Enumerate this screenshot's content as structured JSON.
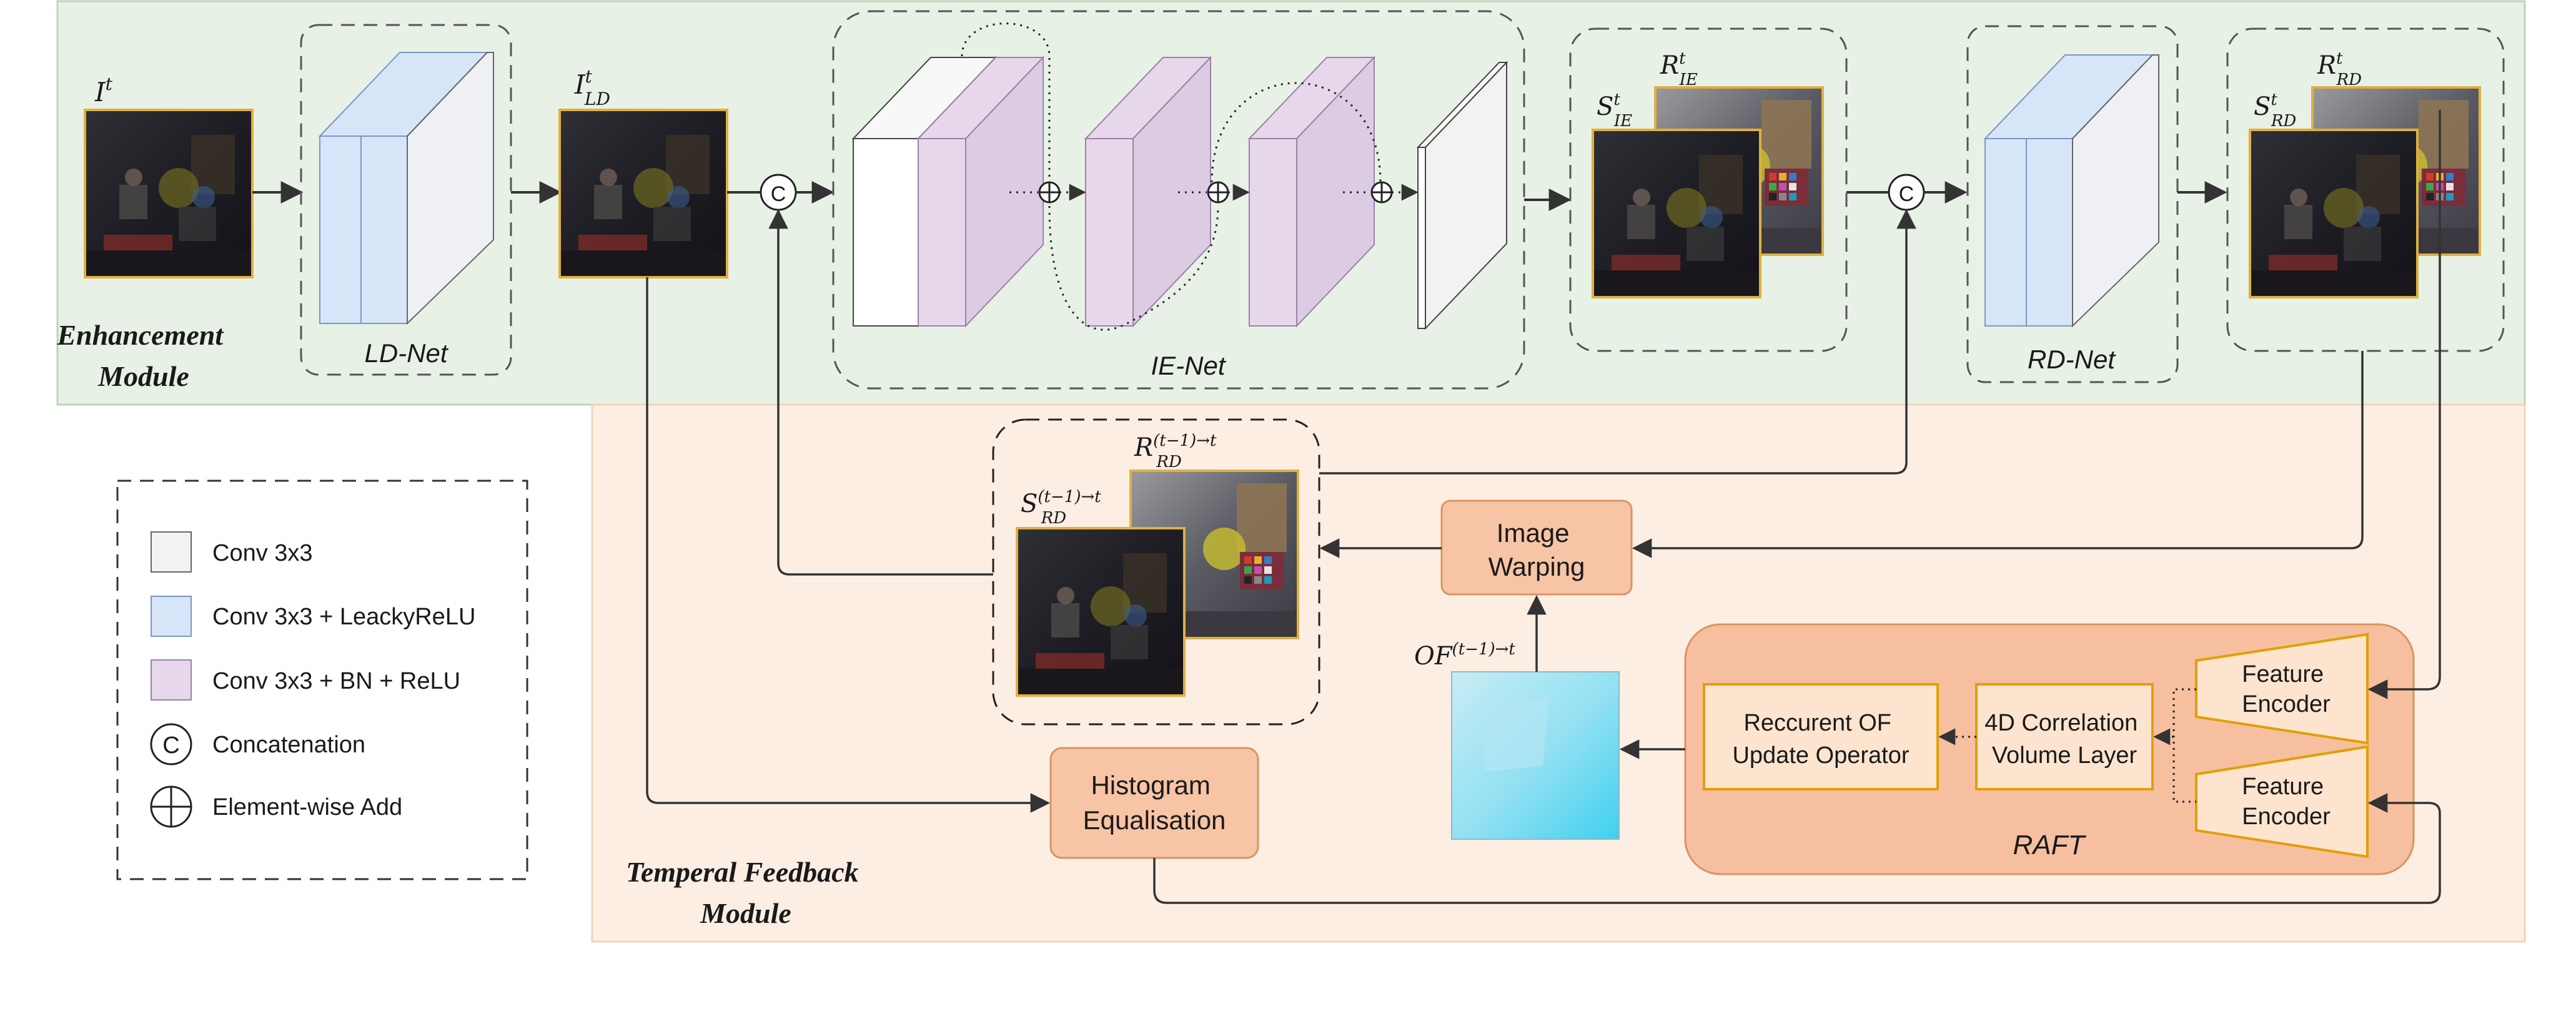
{
  "modules": {
    "enhancement": "Enhancement\nModule",
    "feedback": "Temperal Feedback\nModule"
  },
  "networks": {
    "ld_net": "LD-Net",
    "ie_net": "IE-Net",
    "rd_net": "RD-Net",
    "raft": "RAFT"
  },
  "symbols": {
    "i_t": "I",
    "i_t_sup": "t",
    "i_ld": "I",
    "i_ld_sup": "t",
    "i_ld_sub": "LD",
    "s_ie": "S",
    "s_ie_sup": "t",
    "s_ie_sub": "IE",
    "r_ie": "R",
    "r_ie_sup": "t",
    "r_ie_sub": "IE",
    "s_rd": "S",
    "s_rd_sup": "t",
    "s_rd_sub": "RD",
    "r_rd": "R",
    "r_rd_sup": "t",
    "r_rd_sub": "RD",
    "s_rd_prev": "S",
    "s_rd_prev_sup": "(t−1)→t",
    "s_rd_prev_sub": "RD",
    "r_rd_prev": "R",
    "r_rd_prev_sup": "(t−1)→t",
    "r_rd_prev_sub": "RD",
    "of": "OF",
    "of_sup": "(t−1)→t",
    "concat_symbol": "C"
  },
  "blocks": {
    "image_warping": "Image\nWarping",
    "histogram": "Histogram\nEqualisation",
    "recurrent": "Reccurent OF\nUpdate Operator",
    "correlation": "4D Correlation\nVolume Layer",
    "feature_encoder_1": "Feature\nEncoder",
    "feature_encoder_2": "Feature\nEncoder"
  },
  "legend": [
    {
      "label": "Conv 3x3",
      "swatch": "#f2f2f2"
    },
    {
      "label": "Conv 3x3 + LeackyReLU",
      "swatch": "#d6e6f8"
    },
    {
      "label": "Conv 3x3 + BN + ReLU",
      "swatch": "#e6d8ea"
    },
    {
      "label": "Concatenation",
      "symbol": "C"
    },
    {
      "label": "Element-wise Add",
      "symbol": "plus"
    }
  ],
  "colors": {
    "enhancement_bg": "#e8f1e6",
    "enhancement_border": "#bcd5b4",
    "feedback_bg": "#fdeee3",
    "feedback_border": "#f2d4b7",
    "block_fill": "#f8c4a6",
    "block_stroke": "#d99560",
    "raft_fill": "#f6bfa0",
    "inner_fill": "#fde4cf",
    "inner_stroke": "#e0a000",
    "conv": "#f2f2f2",
    "conv_lrelu": "#d6e6f8",
    "conv_bn_relu": "#e6d8ea",
    "image_frame": "#e0b040",
    "flow_light": "#bfe8f3",
    "flow_dark": "#4fd2ee"
  }
}
